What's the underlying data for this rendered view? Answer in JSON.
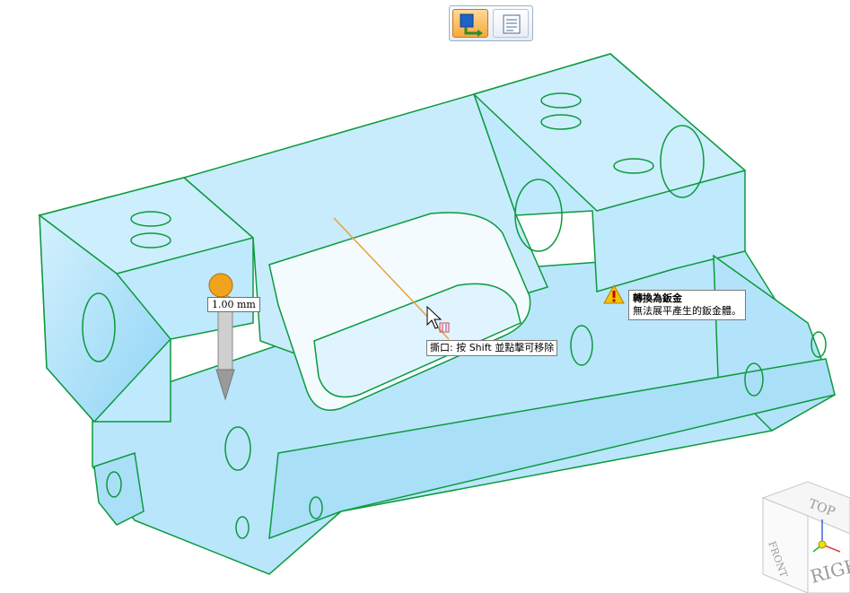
{
  "toolbar": {
    "buttons": [
      {
        "icon": "convert-sheetmetal-icon",
        "state": "active"
      },
      {
        "icon": "feature-list-icon",
        "state": "normal"
      }
    ]
  },
  "dimension": {
    "value": "1.00 mm"
  },
  "hint": {
    "text": "撕口: 按 Shift 並點擊可移除"
  },
  "warning": {
    "icon": "warning-triangle-icon",
    "title": "轉換為鈑金",
    "message": "無法展平產生的鈑金體。"
  },
  "view_cube": {
    "top_label": "TOP",
    "front_label": "FRONT",
    "right_label": "RIGHT"
  },
  "colors": {
    "body_fill": "#b9e6fb",
    "edge": "#0b9a3c",
    "highlight": "#e8a23a",
    "warning": "#f5c400"
  }
}
